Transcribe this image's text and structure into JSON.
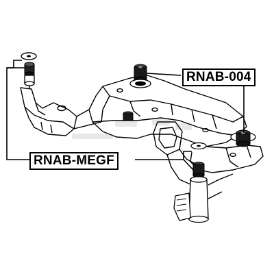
{
  "diagram": {
    "callouts": [
      {
        "id": "rnab-004",
        "label": "RNAB-004"
      },
      {
        "id": "rnab-megf",
        "label": "RNAB-MEGF"
      }
    ],
    "colors": {
      "line": "#000000",
      "background": "#ffffff",
      "watermark": "#d8d8d8"
    }
  }
}
